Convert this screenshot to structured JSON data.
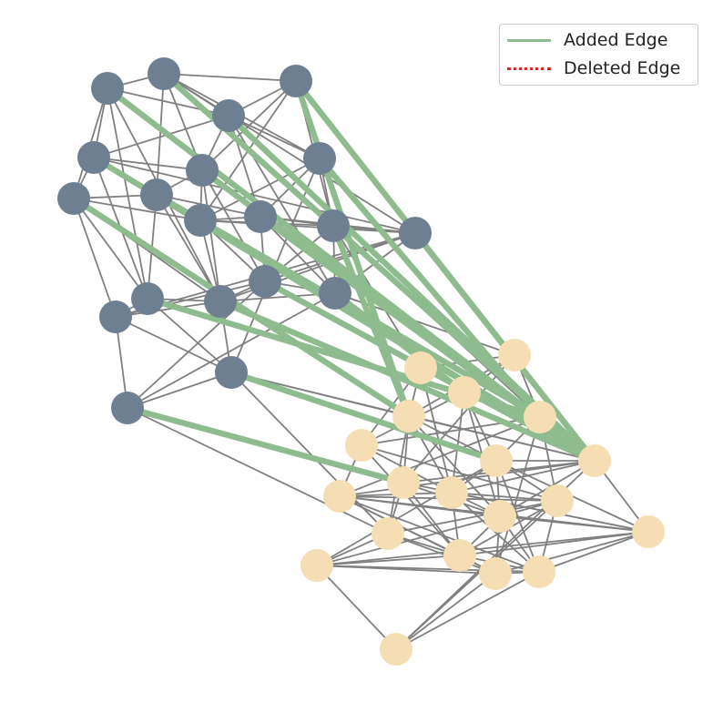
{
  "legend": {
    "added_label": "Added Edge",
    "deleted_label": "Deleted Edge"
  },
  "colors": {
    "cluster_a": "#6f7f92",
    "cluster_b": "#f5deb3",
    "edge": "#808080",
    "added_edge": "#8fbc8f",
    "deleted_edge": "#d62728"
  },
  "graph": {
    "nodes": [
      {
        "id": "a1",
        "group": "a"
      },
      {
        "id": "a2",
        "group": "a"
      },
      {
        "id": "a3",
        "group": "a"
      },
      {
        "id": "a4",
        "group": "a"
      },
      {
        "id": "a5",
        "group": "a"
      },
      {
        "id": "a6",
        "group": "a"
      },
      {
        "id": "a7",
        "group": "a"
      },
      {
        "id": "a8",
        "group": "a"
      },
      {
        "id": "a9",
        "group": "a"
      },
      {
        "id": "a10",
        "group": "a"
      },
      {
        "id": "a11",
        "group": "a"
      },
      {
        "id": "a12",
        "group": "a"
      },
      {
        "id": "a13",
        "group": "a"
      },
      {
        "id": "a14",
        "group": "a"
      },
      {
        "id": "a15",
        "group": "a"
      },
      {
        "id": "a16",
        "group": "a"
      },
      {
        "id": "a17",
        "group": "a"
      },
      {
        "id": "a18",
        "group": "a"
      },
      {
        "id": "a19",
        "group": "a"
      },
      {
        "id": "a20",
        "group": "a"
      },
      {
        "id": "b1",
        "group": "b"
      },
      {
        "id": "b2",
        "group": "b"
      },
      {
        "id": "b3",
        "group": "b"
      },
      {
        "id": "b4",
        "group": "b"
      },
      {
        "id": "b5",
        "group": "b"
      },
      {
        "id": "b6",
        "group": "b"
      },
      {
        "id": "b7",
        "group": "b"
      },
      {
        "id": "b8",
        "group": "b"
      },
      {
        "id": "b9",
        "group": "b"
      },
      {
        "id": "b10",
        "group": "b"
      },
      {
        "id": "b11",
        "group": "b"
      },
      {
        "id": "b12",
        "group": "b"
      },
      {
        "id": "b13",
        "group": "b"
      },
      {
        "id": "b14",
        "group": "b"
      },
      {
        "id": "b15",
        "group": "b"
      },
      {
        "id": "b16",
        "group": "b"
      },
      {
        "id": "b17",
        "group": "b"
      },
      {
        "id": "b18",
        "group": "b"
      },
      {
        "id": "b19",
        "group": "b"
      },
      {
        "id": "b20",
        "group": "b"
      }
    ],
    "edges": [
      [
        "a1",
        "a2"
      ],
      [
        "a1",
        "a4"
      ],
      [
        "a1",
        "a6"
      ],
      [
        "a1",
        "a9"
      ],
      [
        "a1",
        "a15"
      ],
      [
        "a1",
        "a16"
      ],
      [
        "a2",
        "a3"
      ],
      [
        "a2",
        "a5"
      ],
      [
        "a2",
        "a4"
      ],
      [
        "a2",
        "a7"
      ],
      [
        "a2",
        "a8"
      ],
      [
        "a2",
        "a13"
      ],
      [
        "a3",
        "a4"
      ],
      [
        "a3",
        "a5"
      ],
      [
        "a3",
        "a7"
      ],
      [
        "a3",
        "a10"
      ],
      [
        "a3",
        "a12"
      ],
      [
        "a4",
        "a5"
      ],
      [
        "a4",
        "a7"
      ],
      [
        "a4",
        "a11"
      ],
      [
        "a4",
        "a18"
      ],
      [
        "a4",
        "a6"
      ],
      [
        "a5",
        "a10"
      ],
      [
        "a5",
        "a11"
      ],
      [
        "a5",
        "a19"
      ],
      [
        "a5",
        "a12"
      ],
      [
        "a6",
        "a8"
      ],
      [
        "a6",
        "a9"
      ],
      [
        "a6",
        "a15"
      ],
      [
        "a6",
        "a13"
      ],
      [
        "a6",
        "a7"
      ],
      [
        "a7",
        "a8"
      ],
      [
        "a7",
        "a10"
      ],
      [
        "a7",
        "a11"
      ],
      [
        "a7",
        "a14"
      ],
      [
        "a7",
        "a16"
      ],
      [
        "a8",
        "a9"
      ],
      [
        "a8",
        "a10"
      ],
      [
        "a8",
        "a11"
      ],
      [
        "a8",
        "a15"
      ],
      [
        "a8",
        "a16"
      ],
      [
        "a9",
        "a10"
      ],
      [
        "a9",
        "a15"
      ],
      [
        "a9",
        "a17"
      ],
      [
        "a9",
        "a16"
      ],
      [
        "a10",
        "a11"
      ],
      [
        "a10",
        "a12"
      ],
      [
        "a10",
        "a13"
      ],
      [
        "a10",
        "a14"
      ],
      [
        "a10",
        "a16"
      ],
      [
        "a11",
        "a12"
      ],
      [
        "a11",
        "a14"
      ],
      [
        "a11",
        "a13"
      ],
      [
        "a11",
        "a18"
      ],
      [
        "a12",
        "a13"
      ],
      [
        "a12",
        "a14"
      ],
      [
        "a12",
        "a18"
      ],
      [
        "a13",
        "a14"
      ],
      [
        "a13",
        "a16"
      ],
      [
        "a13",
        "a17"
      ],
      [
        "a13",
        "a18"
      ],
      [
        "a14",
        "a16"
      ],
      [
        "a14",
        "a17"
      ],
      [
        "a14",
        "a20"
      ],
      [
        "a15",
        "a16"
      ],
      [
        "a15",
        "a17"
      ],
      [
        "a15",
        "a19"
      ],
      [
        "a16",
        "a17"
      ],
      [
        "a16",
        "a18"
      ],
      [
        "a16",
        "a19"
      ],
      [
        "a17",
        "a19"
      ],
      [
        "a17",
        "a20"
      ],
      [
        "a18",
        "a14"
      ],
      [
        "a18",
        "a20"
      ],
      [
        "a18",
        "b1"
      ],
      [
        "a19",
        "a20"
      ],
      [
        "a19",
        "b14"
      ],
      [
        "a19",
        "b6"
      ],
      [
        "a19",
        "b5"
      ],
      [
        "a20",
        "b9"
      ],
      [
        "a20",
        "b14"
      ],
      [
        "a12",
        "b2"
      ],
      [
        "a12",
        "b4"
      ],
      [
        "a13",
        "b6"
      ],
      [
        "a14",
        "b3"
      ],
      [
        "b1",
        "b2"
      ],
      [
        "b1",
        "b3"
      ],
      [
        "b1",
        "b4"
      ],
      [
        "b1",
        "b5"
      ],
      [
        "b1",
        "b9"
      ],
      [
        "b2",
        "b3"
      ],
      [
        "b2",
        "b5"
      ],
      [
        "b2",
        "b6"
      ],
      [
        "b2",
        "b7"
      ],
      [
        "b2",
        "b10"
      ],
      [
        "b3",
        "b4"
      ],
      [
        "b3",
        "b7"
      ],
      [
        "b3",
        "b8"
      ],
      [
        "b3",
        "b10"
      ],
      [
        "b3",
        "b12"
      ],
      [
        "b4",
        "b7"
      ],
      [
        "b4",
        "b8"
      ],
      [
        "b4",
        "b11"
      ],
      [
        "b4",
        "b13"
      ],
      [
        "b4",
        "b18"
      ],
      [
        "b5",
        "b6"
      ],
      [
        "b5",
        "b9"
      ],
      [
        "b5",
        "b8"
      ],
      [
        "b5",
        "b10"
      ],
      [
        "b5",
        "b12"
      ],
      [
        "b5",
        "b14"
      ],
      [
        "b6",
        "b8"
      ],
      [
        "b6",
        "b9"
      ],
      [
        "b6",
        "b12"
      ],
      [
        "b6",
        "b13"
      ],
      [
        "b6",
        "b15"
      ],
      [
        "b6",
        "b10"
      ],
      [
        "b7",
        "b10"
      ],
      [
        "b7",
        "b11"
      ],
      [
        "b7",
        "b13"
      ],
      [
        "b7",
        "b16"
      ],
      [
        "b8",
        "b10"
      ],
      [
        "b8",
        "b11"
      ],
      [
        "b8",
        "b12"
      ],
      [
        "b8",
        "b15"
      ],
      [
        "b8",
        "b17"
      ],
      [
        "b9",
        "b12"
      ],
      [
        "b9",
        "b14"
      ],
      [
        "b9",
        "b15"
      ],
      [
        "b9",
        "b16"
      ],
      [
        "b10",
        "b11"
      ],
      [
        "b10",
        "b12"
      ],
      [
        "b10",
        "b13"
      ],
      [
        "b10",
        "b15"
      ],
      [
        "b10",
        "b16"
      ],
      [
        "b10",
        "b17"
      ],
      [
        "b11",
        "b13"
      ],
      [
        "b11",
        "b14"
      ],
      [
        "b11",
        "b16"
      ],
      [
        "b11",
        "b17"
      ],
      [
        "b11",
        "b19"
      ],
      [
        "b12",
        "b13"
      ],
      [
        "b12",
        "b15"
      ],
      [
        "b12",
        "b16"
      ],
      [
        "b12",
        "b17"
      ],
      [
        "b12",
        "b18"
      ],
      [
        "b13",
        "b15"
      ],
      [
        "b13",
        "b16"
      ],
      [
        "b13",
        "b17"
      ],
      [
        "b13",
        "b18"
      ],
      [
        "b14",
        "b16"
      ],
      [
        "b14",
        "b18"
      ],
      [
        "b14",
        "b19"
      ],
      [
        "b15",
        "b16"
      ],
      [
        "b15",
        "b17"
      ],
      [
        "b15",
        "b18"
      ],
      [
        "b15",
        "b19"
      ],
      [
        "b16",
        "b18"
      ],
      [
        "b16",
        "b19"
      ],
      [
        "b16",
        "b17"
      ],
      [
        "b17",
        "b18"
      ],
      [
        "b17",
        "b19"
      ],
      [
        "b17",
        "b20"
      ],
      [
        "b18",
        "b19"
      ],
      [
        "b18",
        "b20"
      ],
      [
        "b19",
        "b20"
      ],
      [
        "b11",
        "b20"
      ],
      [
        "b8",
        "b19"
      ],
      [
        "b6",
        "b20"
      ]
    ],
    "added_edges": [
      [
        "a1",
        "b6"
      ],
      [
        "a2",
        "b6"
      ],
      [
        "a3",
        "b5"
      ],
      [
        "a3",
        "b6"
      ],
      [
        "a4",
        "b6"
      ],
      [
        "a6",
        "b6"
      ],
      [
        "a7",
        "b6"
      ],
      [
        "a9",
        "b5"
      ],
      [
        "a10",
        "b6"
      ],
      [
        "a11",
        "b6"
      ],
      [
        "a12",
        "b5"
      ],
      [
        "a13",
        "b6"
      ],
      [
        "a15",
        "b4"
      ],
      [
        "a16",
        "b6"
      ],
      [
        "a18",
        "b3"
      ],
      [
        "a19",
        "b8"
      ],
      [
        "a20",
        "b9"
      ],
      [
        "a5",
        "b4"
      ],
      [
        "a8",
        "b4"
      ],
      [
        "a14",
        "b6"
      ]
    ]
  }
}
